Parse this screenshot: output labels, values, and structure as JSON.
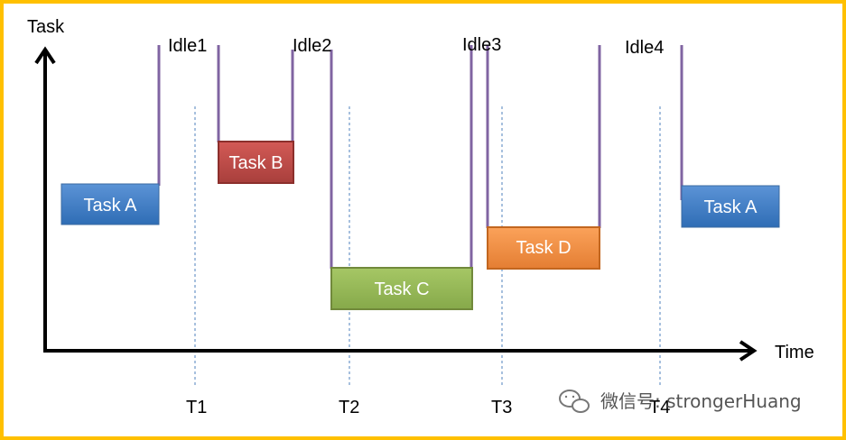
{
  "colors": {
    "border": "#FFC000",
    "axis": "#000000",
    "spike": "#8064A2",
    "dashed": "#4F81BD",
    "task_a": "#4F81BD",
    "task_b": "#C0504D",
    "task_c": "#9BBB59",
    "task_d": "#F79646"
  },
  "axes": {
    "y_label": "Task",
    "x_label": "Time"
  },
  "idle_labels": [
    "Idle1",
    "Idle2",
    "Idle3",
    "Idle4"
  ],
  "time_markers": [
    "T1",
    "T2",
    "T3",
    "T4"
  ],
  "tasks": {
    "task_a_1": "Task A",
    "task_b": "Task B",
    "task_c": "Task C",
    "task_d": "Task D",
    "task_a_2": "Task A"
  },
  "watermark": {
    "text": "微信号: strongerHuang",
    "icon": "wechat-icon"
  }
}
